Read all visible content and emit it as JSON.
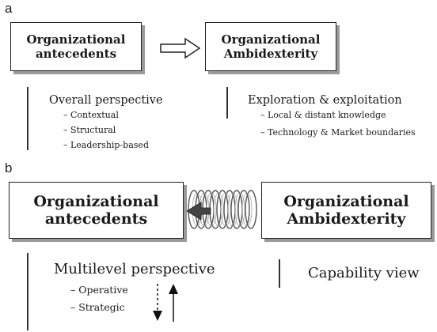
{
  "panel_a": {
    "letter": "a",
    "left_box": {
      "line1": "Organizational",
      "line2": "antecedents"
    },
    "right_box": {
      "line1": "Organizational",
      "line2": "Ambidexterity"
    },
    "connector": "hollow-right-arrow-icon",
    "left_column": {
      "heading": "Overall perspective",
      "items": [
        "– Contextual",
        "– Structural",
        "– Leadership-based"
      ]
    },
    "right_column": {
      "heading": "Exploration & exploitation",
      "items": [
        "– Local & distant knowledge",
        "– Technology & Market boundaries"
      ]
    }
  },
  "panel_b": {
    "letter": "b",
    "left_box": {
      "line1": "Organizational",
      "line2": "antecedents"
    },
    "right_box": {
      "line1": "Organizational",
      "line2": "Ambidexterity"
    },
    "connector": "spring-coil-icon",
    "left_column": {
      "heading": "Multilevel perspective",
      "items": [
        "– Operative",
        "– Strategic"
      ]
    },
    "right_column": {
      "heading": "Capability view"
    },
    "arrows": [
      "dashed-down-arrow-icon",
      "solid-up-arrow-icon"
    ]
  }
}
